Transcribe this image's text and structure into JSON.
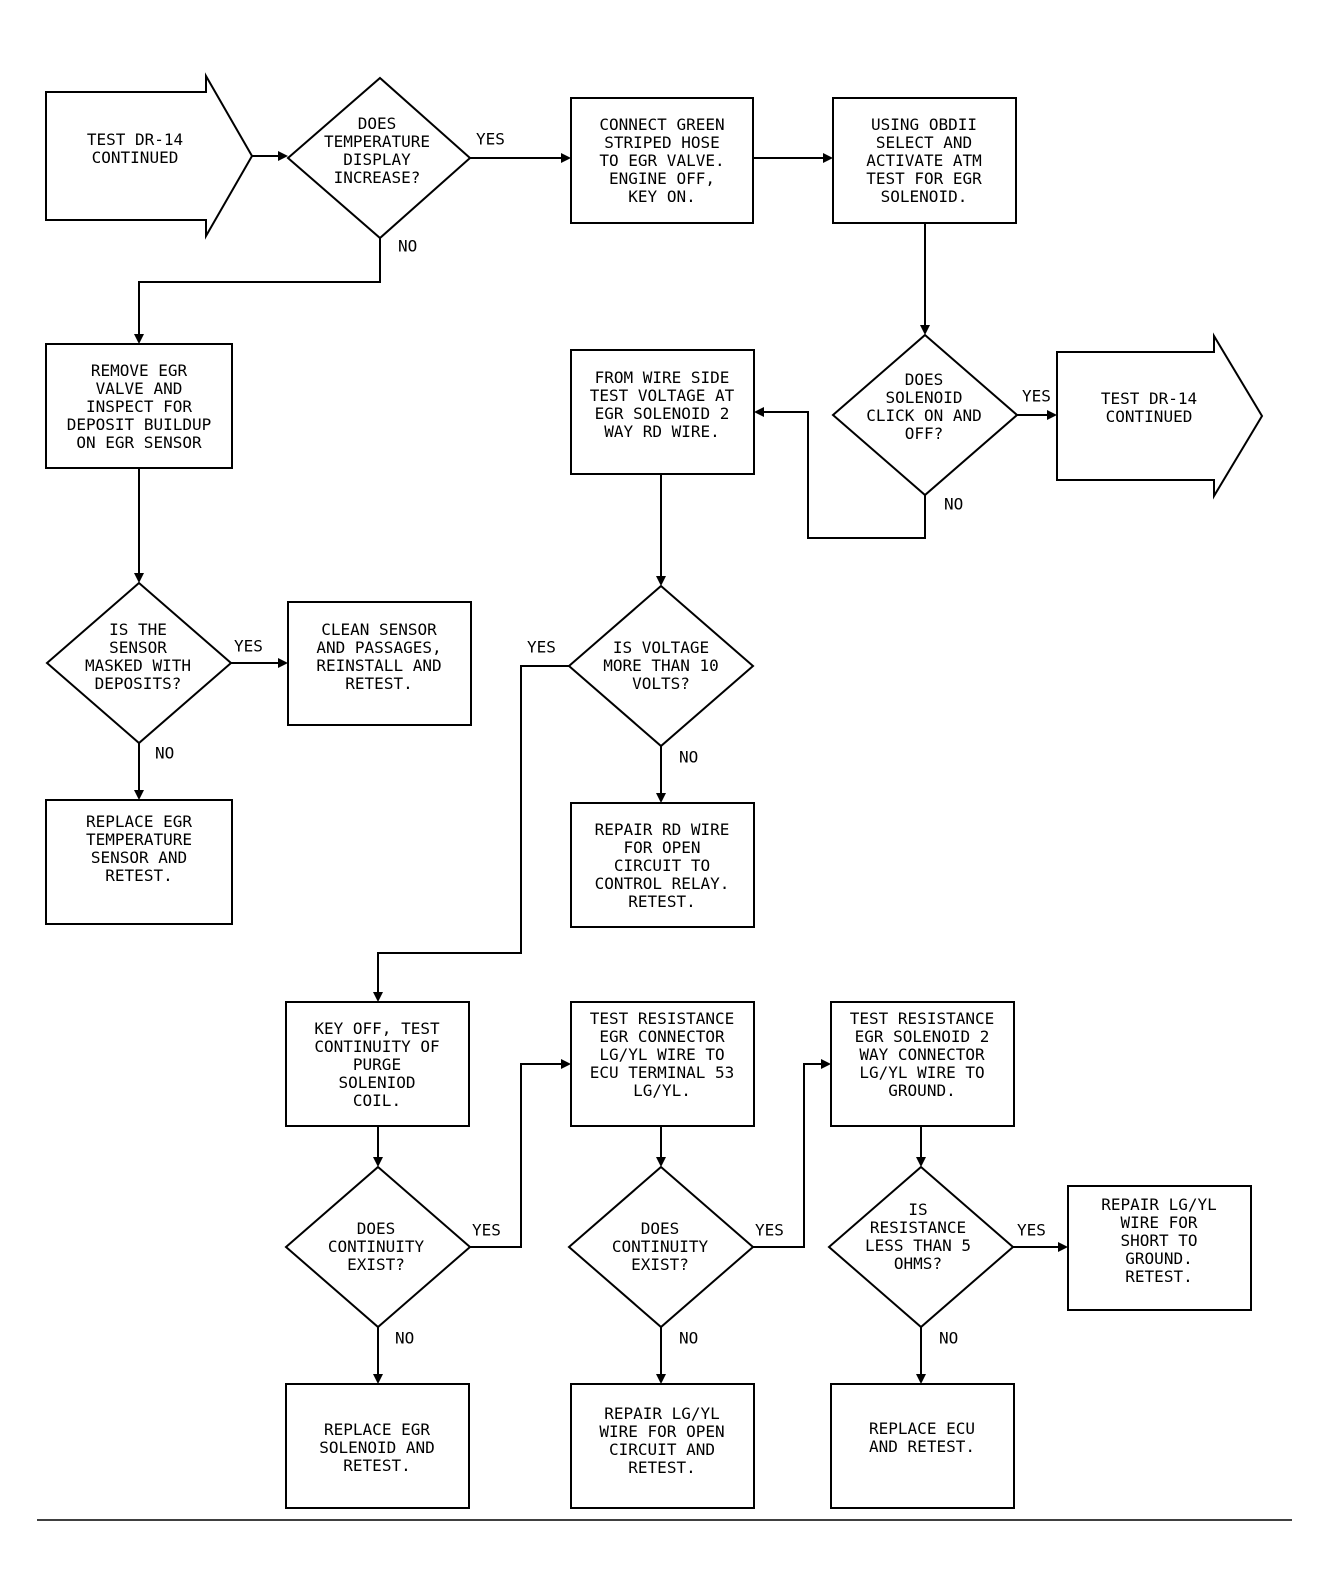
{
  "nodes": {
    "start": [
      "TEST DR-14",
      "CONTINUED"
    ],
    "q_temp": [
      "DOES",
      "TEMPERATURE",
      "DISPLAY",
      "INCREASE?"
    ],
    "connect_hose": [
      "CONNECT GREEN",
      "STRIPED HOSE",
      "TO EGR VALVE.",
      "ENGINE OFF,",
      "KEY ON."
    ],
    "obdii": [
      "USING OBDII",
      "SELECT AND",
      "ACTIVATE ATM",
      "TEST FOR EGR",
      "SOLENOID."
    ],
    "remove_egr": [
      "REMOVE EGR",
      "VALVE AND",
      "INSPECT FOR",
      "DEPOSIT BUILDUP",
      "ON EGR SENSOR"
    ],
    "test_voltage": [
      "FROM WIRE SIDE",
      "TEST VOLTAGE AT",
      "EGR SOLENOID 2",
      "WAY RD WIRE."
    ],
    "q_click": [
      "DOES",
      "SOLENOID",
      "CLICK ON AND",
      "OFF?"
    ],
    "end_right": [
      "TEST DR-14",
      "CONTINUED"
    ],
    "q_masked": [
      "IS THE",
      "SENSOR",
      "MASKED WITH",
      "DEPOSITS?"
    ],
    "clean_sensor": [
      "CLEAN SENSOR",
      "AND PASSAGES,",
      "REINSTALL AND",
      "RETEST."
    ],
    "q_voltage": [
      "IS VOLTAGE",
      "MORE THAN 10",
      "VOLTS?"
    ],
    "replace_sensor": [
      "REPLACE EGR",
      "TEMPERATURE",
      "SENSOR AND",
      "RETEST."
    ],
    "repair_rd": [
      "REPAIR RD WIRE",
      "FOR OPEN",
      "CIRCUIT TO",
      "CONTROL RELAY.",
      "RETEST."
    ],
    "key_off": [
      "KEY OFF, TEST",
      "CONTINUITY OF",
      "PURGE",
      "SOLENIOD",
      "COIL."
    ],
    "test_res_ecu": [
      "TEST RESISTANCE",
      "EGR CONNECTOR",
      "LG/YL WIRE TO",
      "ECU TERMINAL 53",
      "LG/YL."
    ],
    "test_res_gnd": [
      "TEST RESISTANCE",
      "EGR SOLENOID 2",
      "WAY CONNECTOR",
      "LG/YL WIRE TO",
      "GROUND."
    ],
    "q_cont1": [
      "DOES",
      "CONTINUITY",
      "EXIST?"
    ],
    "q_cont2": [
      "DOES",
      "CONTINUITY",
      "EXIST?"
    ],
    "q_res": [
      "IS",
      "RESISTANCE",
      "LESS THAN 5",
      "OHMS?"
    ],
    "repair_short": [
      "REPAIR LG/YL",
      "WIRE FOR",
      "SHORT TO",
      "GROUND.",
      "RETEST."
    ],
    "replace_solenoid": [
      "REPLACE EGR",
      "SOLENOID AND",
      "RETEST."
    ],
    "repair_open": [
      "REPAIR LG/YL",
      "WIRE FOR OPEN",
      "CIRCUIT AND",
      "RETEST."
    ],
    "replace_ecu": [
      "REPLACE ECU",
      "AND RETEST."
    ]
  },
  "labels": {
    "yes": "YES",
    "no": "NO"
  }
}
